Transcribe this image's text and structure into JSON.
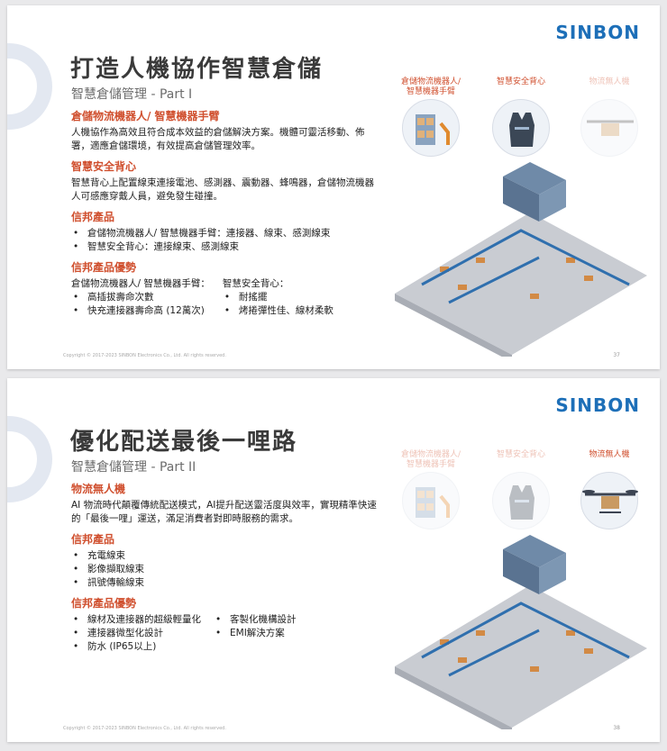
{
  "colors": {
    "accent": "#d0502f",
    "brand": "#1d6fb8",
    "title": "#3a3a3a"
  },
  "slides": [
    {
      "logo": "SINBON",
      "title": "打造人機協作智慧倉儲",
      "subtitle": "智慧倉儲管理 - Part I",
      "categories": [
        {
          "label": "倉儲物流機器人/\n智慧機器手臂",
          "icon": "robot-arm-shelf-icon",
          "active": true
        },
        {
          "label": "智慧安全背心",
          "icon": "safety-vest-icon",
          "active": true
        },
        {
          "label": "物流無人機",
          "icon": "drone-icon",
          "active": false
        }
      ],
      "sections": {
        "s1_title": "倉儲物流機器人/ 智慧機器手臂",
        "s1_text": "人機協作為高效且符合成本效益的倉儲解決方案。機體可靈活移動、佈署，適應倉儲環境，有效提高倉儲管理效率。",
        "s2_title": "智慧安全背心",
        "s2_text": "智慧背心上配置線束連接電池、感測器、震動器、蜂鳴器，倉儲物流機器人可感應穿戴人員，避免發生碰撞。",
        "s3_title": "信邦產品",
        "s3_items": [
          "倉儲物流機器人/ 智慧機器手臂：連接器、線束、感測線束",
          "智慧安全背心：連接線束、感測線束"
        ],
        "s4_title": "信邦產品優勢",
        "s4_col1_head": "倉儲物流機器人/ 智慧機器手臂：",
        "s4_col1_items": [
          "高插拔壽命次數",
          "快充連接器壽命高 (12萬次)"
        ],
        "s4_col2_head": "智慧安全背心：",
        "s4_col2_items": [
          "耐搖擺",
          "烤捲彈性佳、線材柔軟"
        ]
      },
      "footer": "Copyright © 2017-2023 SINBON Electronics Co., Ltd. All rights reserved.",
      "page": "37"
    },
    {
      "logo": "SINBON",
      "title": "優化配送最後一哩路",
      "subtitle": "智慧倉儲管理 - Part II",
      "categories": [
        {
          "label": "倉儲物流機器人/\n智慧機器手臂",
          "icon": "robot-arm-shelf-icon",
          "active": false
        },
        {
          "label": "智慧安全背心",
          "icon": "safety-vest-icon",
          "active": false
        },
        {
          "label": "物流無人機",
          "icon": "drone-icon",
          "active": true
        }
      ],
      "sections": {
        "s1_title": "物流無人機",
        "s1_text": "AI 物流時代顛覆傳統配送模式，AI提升配送靈活度與效率，實現精準快速的「最後一哩」運送，滿足消費者對即時服務的需求。",
        "s3_title": "信邦產品",
        "s3_items": [
          "充電線束",
          "影像擷取線束",
          "訊號傳輸線束"
        ],
        "s4_title": "信邦產品優勢",
        "s4_col1_items": [
          "線材及連接器的超級輕量化",
          "連接器微型化設計",
          "防水 (IP65以上)"
        ],
        "s4_col2_items": [
          "客製化機構設計",
          "EMI解決方案"
        ]
      },
      "footer": "Copyright © 2017-2023 SINBON Electronics Co., Ltd. All rights reserved.",
      "page": "38"
    }
  ]
}
